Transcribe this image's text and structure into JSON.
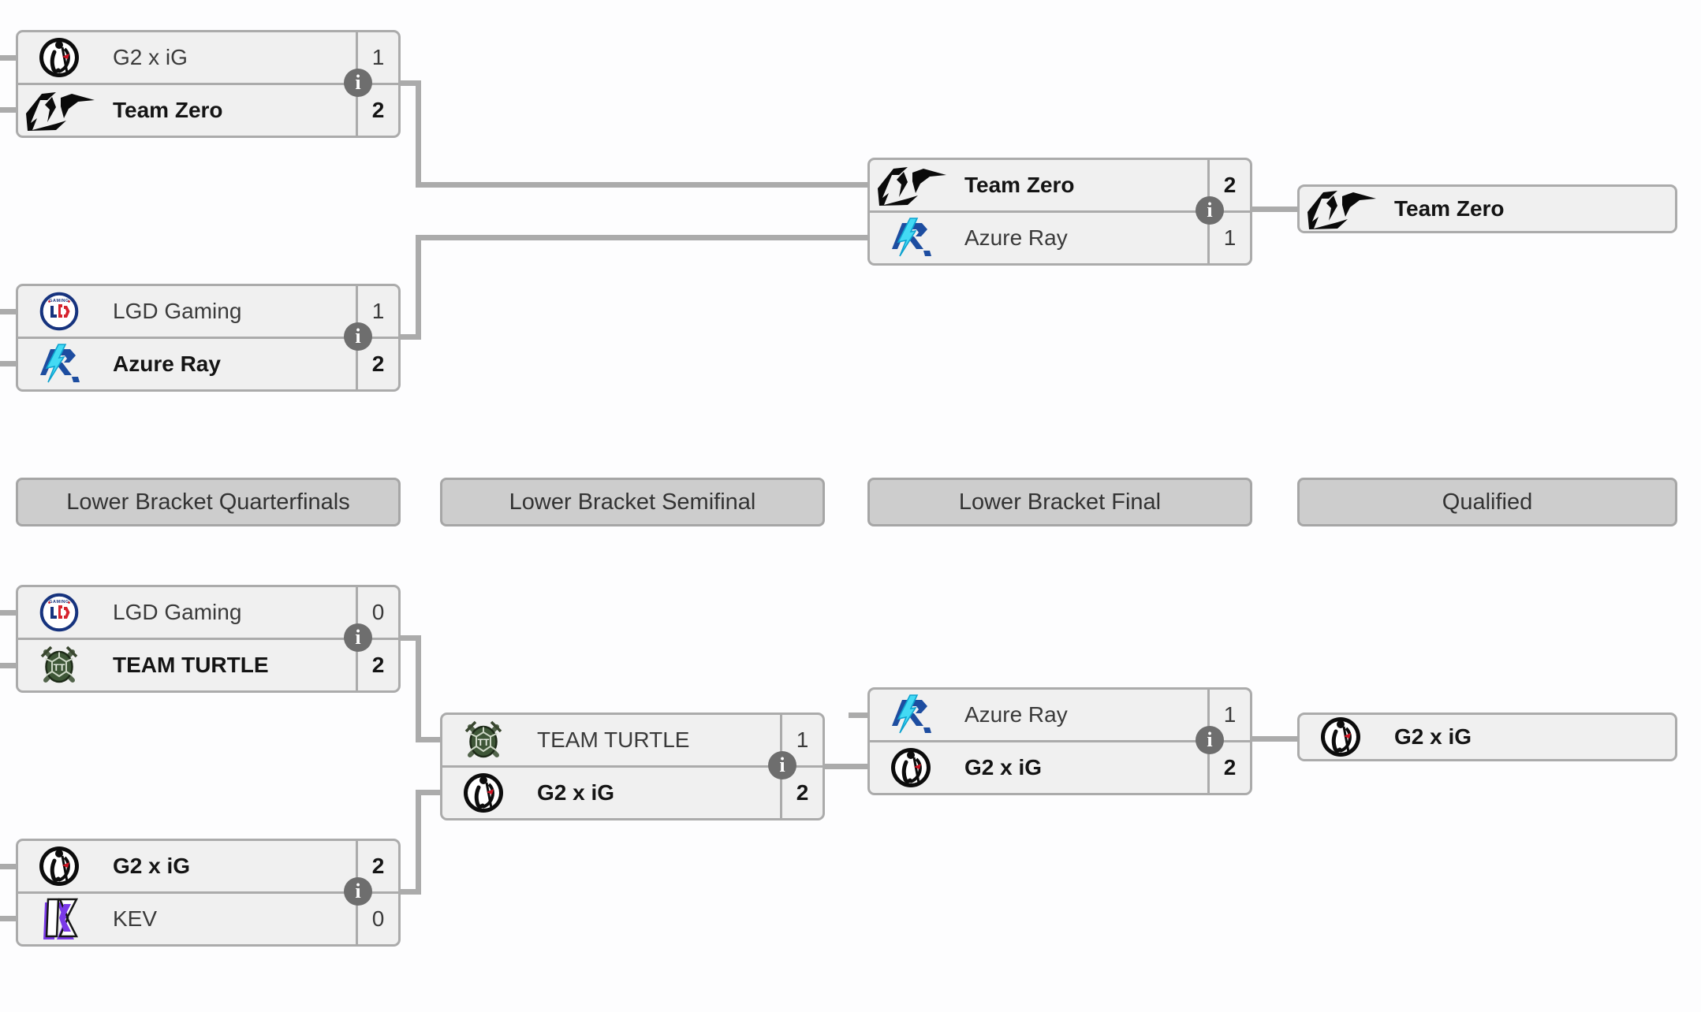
{
  "colors": {
    "box_background": "#f0f0f0",
    "box_border": "#ababab",
    "header_background": "#cdcdcd",
    "connector": "#ababab",
    "info_icon_background": "#6e6e6e",
    "info_icon_glyph_color": "#ffffff",
    "winner_text": "#141414",
    "loser_text": "#3a3a3a",
    "azure_ray_blue": "#1d4da0",
    "azure_ray_cyan": "#43daf4",
    "lgd_navy": "#16337e",
    "lgd_red": "#d6232e",
    "kev_purple": "#7a39e8",
    "turtle_green": "#3e5637"
  },
  "icons": {
    "info": "i"
  },
  "headers": {
    "col1": "Lower Bracket Quarterfinals",
    "col2": "Lower Bracket Semifinal",
    "col3": "Lower Bracket Final",
    "col4": "Qualified"
  },
  "matches": {
    "ub_semi_1": {
      "teams": [
        {
          "name": "G2 x iG",
          "score": "1",
          "winner": false,
          "logo": "g2-x-ig"
        },
        {
          "name": "Team Zero",
          "score": "2",
          "winner": true,
          "logo": "team-zero"
        }
      ]
    },
    "ub_semi_2": {
      "teams": [
        {
          "name": "LGD Gaming",
          "score": "1",
          "winner": false,
          "logo": "lgd-gaming"
        },
        {
          "name": "Azure Ray",
          "score": "2",
          "winner": true,
          "logo": "azure-ray"
        }
      ]
    },
    "ub_final": {
      "teams": [
        {
          "name": "Team Zero",
          "score": "2",
          "winner": true,
          "logo": "team-zero"
        },
        {
          "name": "Azure Ray",
          "score": "1",
          "winner": false,
          "logo": "azure-ray"
        }
      ]
    },
    "lb_quarterfinal_1": {
      "teams": [
        {
          "name": "LGD Gaming",
          "score": "0",
          "winner": false,
          "logo": "lgd-gaming"
        },
        {
          "name": "TEAM TURTLE",
          "score": "2",
          "winner": true,
          "logo": "team-turtle"
        }
      ]
    },
    "lb_semifinal": {
      "teams": [
        {
          "name": "TEAM TURTLE",
          "score": "1",
          "winner": false,
          "logo": "team-turtle"
        },
        {
          "name": "G2 x iG",
          "score": "2",
          "winner": true,
          "logo": "g2-x-ig"
        }
      ]
    },
    "lb_final": {
      "teams": [
        {
          "name": "Azure Ray",
          "score": "1",
          "winner": false,
          "logo": "azure-ray"
        },
        {
          "name": "G2 x iG",
          "score": "2",
          "winner": true,
          "logo": "g2-x-ig"
        }
      ]
    },
    "lb_quarterfinal_2": {
      "teams": [
        {
          "name": "G2 x iG",
          "score": "2",
          "winner": true,
          "logo": "g2-x-ig"
        },
        {
          "name": "KEV",
          "score": "0",
          "winner": false,
          "logo": "kev"
        }
      ]
    }
  },
  "qualified": {
    "upper": {
      "name": "Team Zero",
      "logo": "team-zero"
    },
    "lower": {
      "name": "G2 x iG",
      "logo": "g2-x-ig"
    }
  }
}
